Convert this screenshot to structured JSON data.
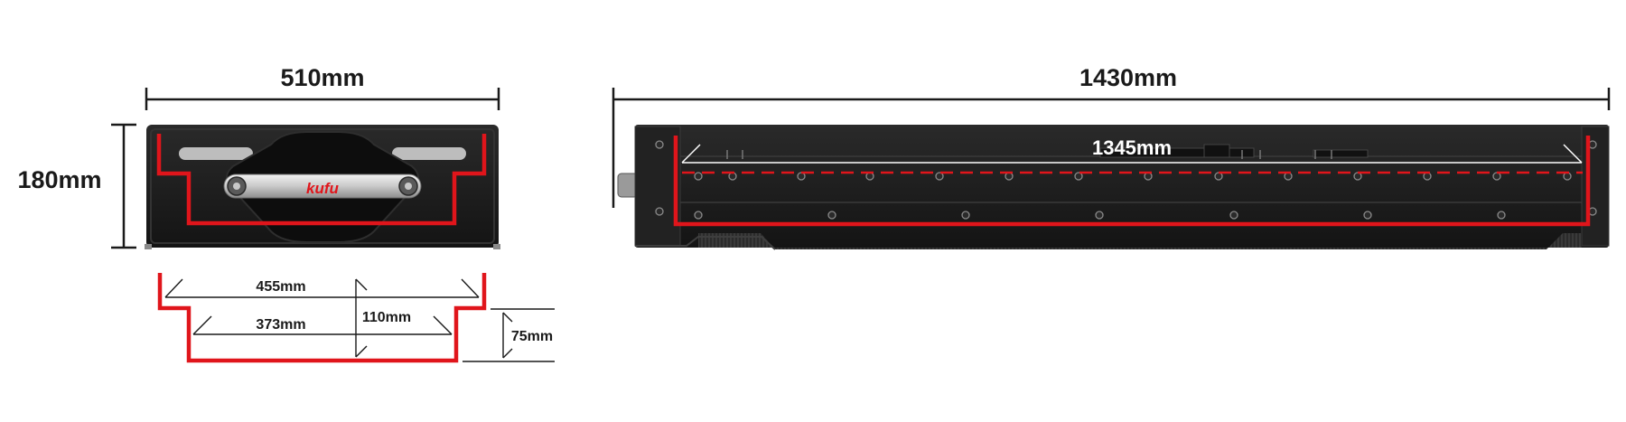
{
  "end_view": {
    "width_label": "510mm",
    "height_label": "180mm",
    "brand_logo_text": "kufu"
  },
  "cross_section": {
    "outer_width_label": "455mm",
    "inner_width_label": "373mm",
    "depth_label": "110mm",
    "step_height_label": "75mm"
  },
  "side_view": {
    "length_label": "1430mm",
    "inner_length_label": "1345mm"
  },
  "colors": {
    "outline_red": "#e0151b",
    "case_body": "#1c1c1c",
    "dimension_line": "#1a1a1a"
  }
}
